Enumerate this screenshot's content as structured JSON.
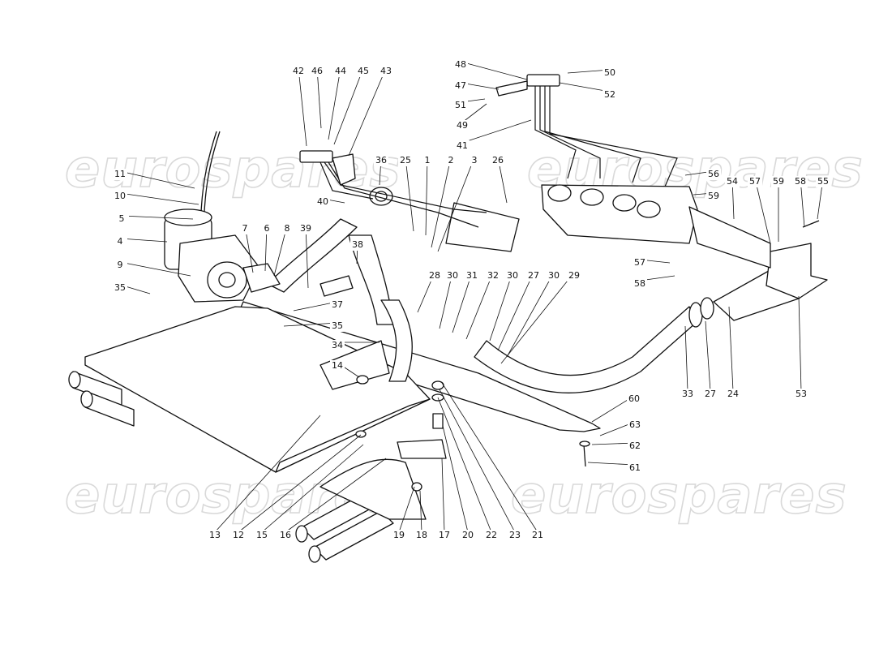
{
  "watermarks": [
    "eurospares",
    "eurospares",
    "eurospares",
    "eurospares"
  ],
  "callouts": [
    {
      "label": "42"
    },
    {
      "label": "46"
    },
    {
      "label": "44"
    },
    {
      "label": "45"
    },
    {
      "label": "43"
    },
    {
      "label": "48"
    },
    {
      "label": "50"
    },
    {
      "label": "47"
    },
    {
      "label": "52"
    },
    {
      "label": "51"
    },
    {
      "label": "49"
    },
    {
      "label": "41"
    },
    {
      "label": "11"
    },
    {
      "label": "10"
    },
    {
      "label": "5"
    },
    {
      "label": "4"
    },
    {
      "label": "9"
    },
    {
      "label": "35"
    },
    {
      "label": "7"
    },
    {
      "label": "6"
    },
    {
      "label": "8"
    },
    {
      "label": "39"
    },
    {
      "label": "40"
    },
    {
      "label": "36"
    },
    {
      "label": "25"
    },
    {
      "label": "1"
    },
    {
      "label": "2"
    },
    {
      "label": "3"
    },
    {
      "label": "26"
    },
    {
      "label": "56"
    },
    {
      "label": "54"
    },
    {
      "label": "57"
    },
    {
      "label": "59"
    },
    {
      "label": "58"
    },
    {
      "label": "55"
    },
    {
      "label": "59"
    },
    {
      "label": "38"
    },
    {
      "label": "28"
    },
    {
      "label": "30"
    },
    {
      "label": "31"
    },
    {
      "label": "32"
    },
    {
      "label": "30"
    },
    {
      "label": "27"
    },
    {
      "label": "30"
    },
    {
      "label": "29"
    },
    {
      "label": "57"
    },
    {
      "label": "58"
    },
    {
      "label": "37"
    },
    {
      "label": "35"
    },
    {
      "label": "34"
    },
    {
      "label": "14"
    },
    {
      "label": "33"
    },
    {
      "label": "27"
    },
    {
      "label": "24"
    },
    {
      "label": "53"
    },
    {
      "label": "60"
    },
    {
      "label": "63"
    },
    {
      "label": "62"
    },
    {
      "label": "61"
    },
    {
      "label": "13"
    },
    {
      "label": "12"
    },
    {
      "label": "15"
    },
    {
      "label": "16"
    },
    {
      "label": "19"
    },
    {
      "label": "18"
    },
    {
      "label": "17"
    },
    {
      "label": "20"
    },
    {
      "label": "22"
    },
    {
      "label": "23"
    },
    {
      "label": "21"
    }
  ]
}
